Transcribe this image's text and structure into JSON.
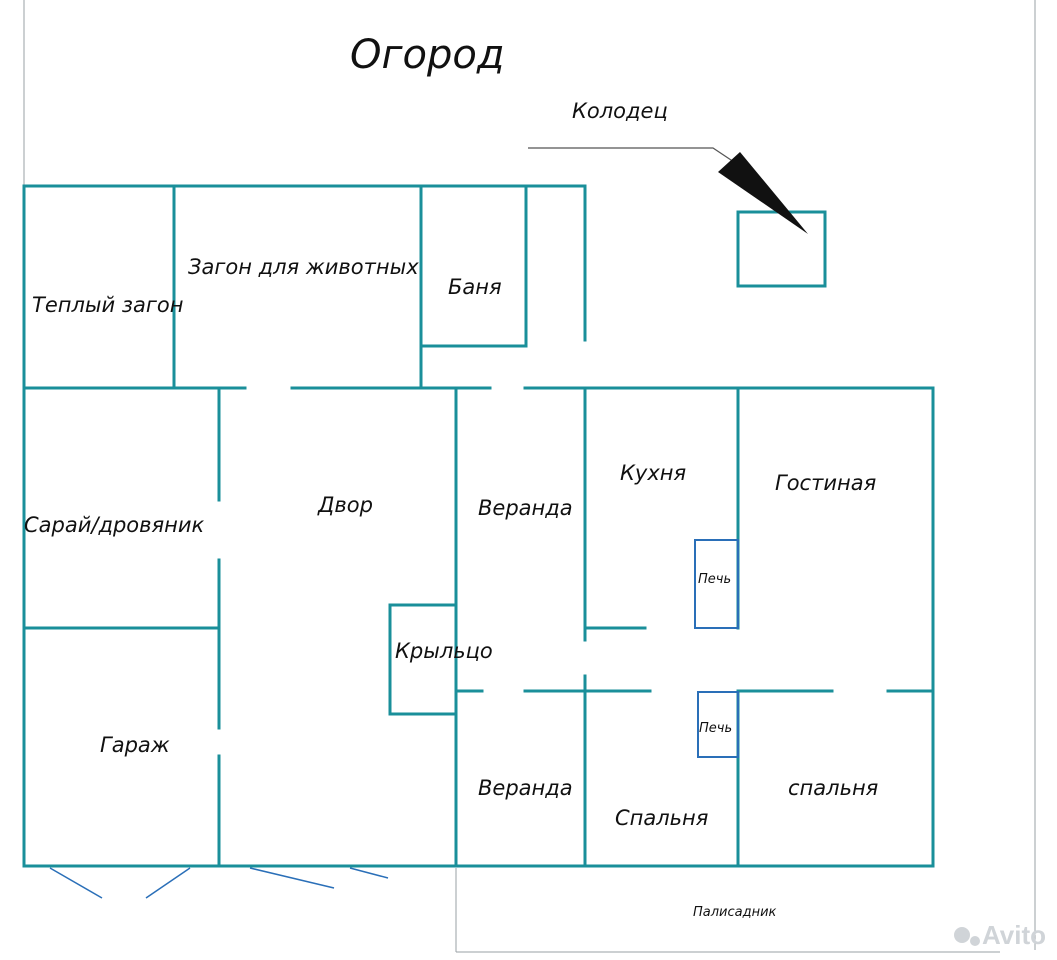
{
  "labels": {
    "garden": "Огород",
    "well": "Колодец",
    "warm_pen": "Теплый загон",
    "animal_pen": "Загон для животных",
    "bathhouse": "Баня",
    "shed": "Сарай/дровяник",
    "yard": "Двор",
    "veranda_top": "Веранда",
    "kitchen": "Кухня",
    "living_room": "Гостиная",
    "stove_1": "Печь",
    "porch": "Крыльцо",
    "stove_2": "Печь",
    "garage": "Гараж",
    "veranda_bottom": "Веранда",
    "bedroom_1": "Спальня",
    "bedroom_2": "спальня",
    "front_garden": "Палисадник"
  },
  "watermark": "Avito",
  "colors": {
    "wall": "#1a8f9a",
    "stove": "#2a6fb8",
    "text": "#111111"
  }
}
